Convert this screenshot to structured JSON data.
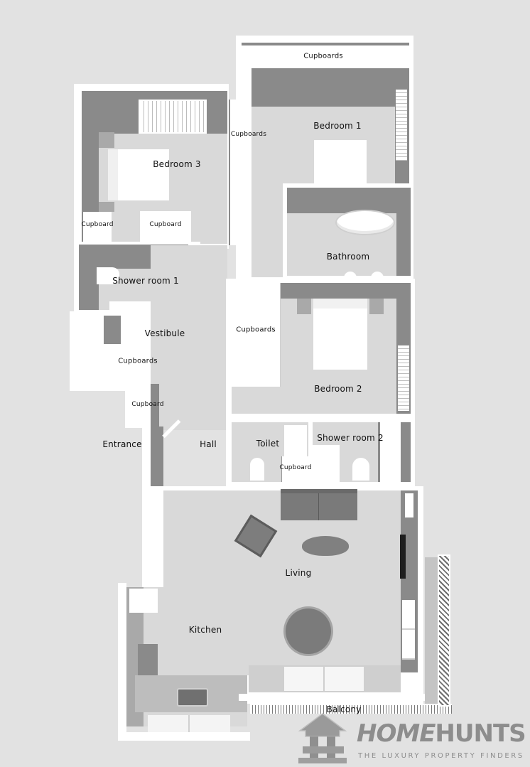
{
  "plan": {
    "rooms": [
      {
        "id": "bedroom-1",
        "label": "Bedroom 1"
      },
      {
        "id": "bedroom-2",
        "label": "Bedroom 2"
      },
      {
        "id": "bedroom-3",
        "label": "Bedroom 3"
      },
      {
        "id": "bathroom",
        "label": "Bathroom"
      },
      {
        "id": "shower-room-1",
        "label": "Shower room 1"
      },
      {
        "id": "shower-room-2",
        "label": "Shower room 2"
      },
      {
        "id": "toilet",
        "label": "Toilet"
      },
      {
        "id": "vestibule",
        "label": "Vestibule"
      },
      {
        "id": "entrance",
        "label": "Entrance"
      },
      {
        "id": "hall",
        "label": "Hall"
      },
      {
        "id": "living",
        "label": "Living"
      },
      {
        "id": "kitchen",
        "label": "Kitchen"
      },
      {
        "id": "balcony",
        "label": "Balcony"
      }
    ],
    "storage": {
      "bedroom1_top": "Cupboards",
      "bedroom1_side": "Cupboards",
      "bedroom3_left": "Cupboard",
      "bedroom3_right": "Cupboard",
      "vestibule": "Cupboards",
      "entrance": "Cupboard",
      "bedroom2": "Cupboards",
      "toilet": "Cupboard"
    }
  },
  "brand": {
    "name_part1": "HOME",
    "name_part2": "HUNTS",
    "tagline": "THE LUXURY PROPERTY FINDERS"
  }
}
